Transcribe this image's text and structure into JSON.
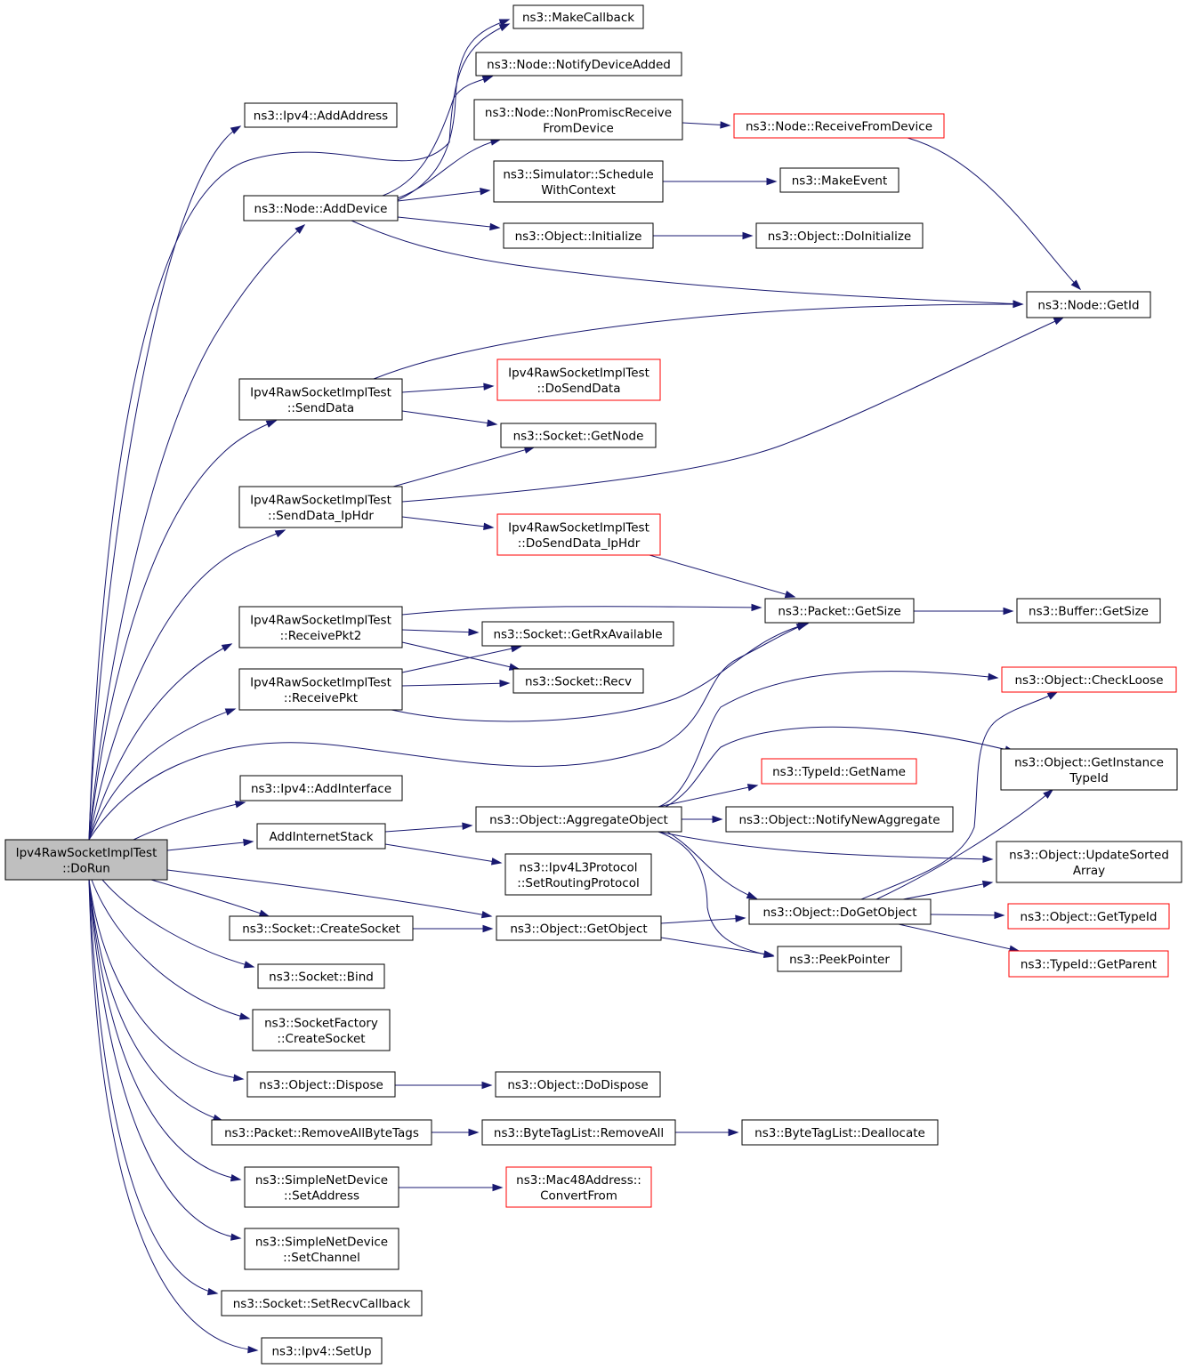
{
  "graph": {
    "root": "dorun",
    "nodes": [
      {
        "id": "dorun",
        "lines": [
          "Ipv4RawSocketImplTest",
          "::DoRun"
        ],
        "style": "root"
      },
      {
        "id": "makecallback",
        "lines": [
          "ns3::MakeCallback"
        ],
        "style": "normal"
      },
      {
        "id": "notifydeviceadded",
        "lines": [
          "ns3::Node::NotifyDeviceAdded"
        ],
        "style": "normal"
      },
      {
        "id": "nonpromisc",
        "lines": [
          "ns3::Node::NonPromiscReceive",
          "FromDevice"
        ],
        "style": "normal"
      },
      {
        "id": "receivefromdevice",
        "lines": [
          "ns3::Node::ReceiveFromDevice"
        ],
        "style": "red"
      },
      {
        "id": "addaddress",
        "lines": [
          "ns3::Ipv4::AddAddress"
        ],
        "style": "normal"
      },
      {
        "id": "schedulewithcontext",
        "lines": [
          "ns3::Simulator::Schedule",
          "WithContext"
        ],
        "style": "normal"
      },
      {
        "id": "makeevent",
        "lines": [
          "ns3::MakeEvent"
        ],
        "style": "normal"
      },
      {
        "id": "adddevice",
        "lines": [
          "ns3::Node::AddDevice"
        ],
        "style": "normal"
      },
      {
        "id": "initialize",
        "lines": [
          "ns3::Object::Initialize"
        ],
        "style": "normal"
      },
      {
        "id": "doinitialize",
        "lines": [
          "ns3::Object::DoInitialize"
        ],
        "style": "normal"
      },
      {
        "id": "getid",
        "lines": [
          "ns3::Node::GetId"
        ],
        "style": "normal"
      },
      {
        "id": "dosenddata",
        "lines": [
          "Ipv4RawSocketImplTest",
          "::DoSendData"
        ],
        "style": "red"
      },
      {
        "id": "senddata",
        "lines": [
          "Ipv4RawSocketImplTest",
          "::SendData"
        ],
        "style": "normal"
      },
      {
        "id": "getnode",
        "lines": [
          "ns3::Socket::GetNode"
        ],
        "style": "normal"
      },
      {
        "id": "senddataiphdr",
        "lines": [
          "Ipv4RawSocketImplTest",
          "::SendData_IpHdr"
        ],
        "style": "normal"
      },
      {
        "id": "dosenddataiphdr",
        "lines": [
          "Ipv4RawSocketImplTest",
          "::DoSendData_IpHdr"
        ],
        "style": "red"
      },
      {
        "id": "packetgetsize",
        "lines": [
          "ns3::Packet::GetSize"
        ],
        "style": "normal"
      },
      {
        "id": "buffergetsize",
        "lines": [
          "ns3::Buffer::GetSize"
        ],
        "style": "normal"
      },
      {
        "id": "receivepkt2",
        "lines": [
          "Ipv4RawSocketImplTest",
          "::ReceivePkt2"
        ],
        "style": "normal"
      },
      {
        "id": "getrxavailable",
        "lines": [
          "ns3::Socket::GetRxAvailable"
        ],
        "style": "normal"
      },
      {
        "id": "receivepkt",
        "lines": [
          "Ipv4RawSocketImplTest",
          "::ReceivePkt"
        ],
        "style": "normal"
      },
      {
        "id": "recv",
        "lines": [
          "ns3::Socket::Recv"
        ],
        "style": "normal"
      },
      {
        "id": "checkloose",
        "lines": [
          "ns3::Object::CheckLoose"
        ],
        "style": "red"
      },
      {
        "id": "getinstancetypeid",
        "lines": [
          "ns3::Object::GetInstance",
          "TypeId"
        ],
        "style": "normal"
      },
      {
        "id": "typeidgetname",
        "lines": [
          "ns3::TypeId::GetName"
        ],
        "style": "red"
      },
      {
        "id": "addinterface",
        "lines": [
          "ns3::Ipv4::AddInterface"
        ],
        "style": "normal"
      },
      {
        "id": "aggregateobject",
        "lines": [
          "ns3::Object::AggregateObject"
        ],
        "style": "normal"
      },
      {
        "id": "notifynewaggregate",
        "lines": [
          "ns3::Object::NotifyNewAggregate"
        ],
        "style": "normal"
      },
      {
        "id": "addinternetstack",
        "lines": [
          "AddInternetStack"
        ],
        "style": "normal"
      },
      {
        "id": "updatesortedarray",
        "lines": [
          "ns3::Object::UpdateSorted",
          "Array"
        ],
        "style": "normal"
      },
      {
        "id": "setroutingprotocol",
        "lines": [
          "ns3::Ipv4L3Protocol",
          "::SetRoutingProtocol"
        ],
        "style": "normal"
      },
      {
        "id": "dogetobject",
        "lines": [
          "ns3::Object::DoGetObject"
        ],
        "style": "normal"
      },
      {
        "id": "gettypeid",
        "lines": [
          "ns3::Object::GetTypeId"
        ],
        "style": "red"
      },
      {
        "id": "createsocket",
        "lines": [
          "ns3::Socket::CreateSocket"
        ],
        "style": "normal"
      },
      {
        "id": "getobject",
        "lines": [
          "ns3::Object::GetObject"
        ],
        "style": "normal"
      },
      {
        "id": "peekpointer",
        "lines": [
          "ns3::PeekPointer"
        ],
        "style": "normal"
      },
      {
        "id": "getparent",
        "lines": [
          "ns3::TypeId::GetParent"
        ],
        "style": "red"
      },
      {
        "id": "bind",
        "lines": [
          "ns3::Socket::Bind"
        ],
        "style": "normal"
      },
      {
        "id": "factorycreatesocket",
        "lines": [
          "ns3::SocketFactory",
          "::CreateSocket"
        ],
        "style": "normal"
      },
      {
        "id": "dispose",
        "lines": [
          "ns3::Object::Dispose"
        ],
        "style": "normal"
      },
      {
        "id": "dodispose",
        "lines": [
          "ns3::Object::DoDispose"
        ],
        "style": "normal"
      },
      {
        "id": "removeallbytetags",
        "lines": [
          "ns3::Packet::RemoveAllByteTags"
        ],
        "style": "normal"
      },
      {
        "id": "bytetaglistremoveall",
        "lines": [
          "ns3::ByteTagList::RemoveAll"
        ],
        "style": "normal"
      },
      {
        "id": "deallocate",
        "lines": [
          "ns3::ByteTagList::Deallocate"
        ],
        "style": "normal"
      },
      {
        "id": "setaddress",
        "lines": [
          "ns3::SimpleNetDevice",
          "::SetAddress"
        ],
        "style": "normal"
      },
      {
        "id": "convertfrom",
        "lines": [
          "ns3::Mac48Address::",
          "ConvertFrom"
        ],
        "style": "red"
      },
      {
        "id": "setchannel",
        "lines": [
          "ns3::SimpleNetDevice",
          "::SetChannel"
        ],
        "style": "normal"
      },
      {
        "id": "setrecvcallback",
        "lines": [
          "ns3::Socket::SetRecvCallback"
        ],
        "style": "normal"
      },
      {
        "id": "setup",
        "lines": [
          "ns3::Ipv4::SetUp"
        ],
        "style": "normal"
      }
    ],
    "edges": [
      [
        "dorun",
        "addaddress"
      ],
      [
        "dorun",
        "makecallback"
      ],
      [
        "dorun",
        "adddevice"
      ],
      [
        "dorun",
        "senddata"
      ],
      [
        "dorun",
        "senddataiphdr"
      ],
      [
        "dorun",
        "receivepkt2"
      ],
      [
        "dorun",
        "receivepkt"
      ],
      [
        "dorun",
        "packetgetsize"
      ],
      [
        "dorun",
        "addinterface"
      ],
      [
        "dorun",
        "addinternetstack"
      ],
      [
        "dorun",
        "getobject"
      ],
      [
        "dorun",
        "createsocket"
      ],
      [
        "dorun",
        "bind"
      ],
      [
        "dorun",
        "factorycreatesocket"
      ],
      [
        "dorun",
        "dispose"
      ],
      [
        "dorun",
        "removeallbytetags"
      ],
      [
        "dorun",
        "setaddress"
      ],
      [
        "dorun",
        "setchannel"
      ],
      [
        "dorun",
        "setrecvcallback"
      ],
      [
        "dorun",
        "setup"
      ],
      [
        "adddevice",
        "makecallback"
      ],
      [
        "adddevice",
        "notifydeviceadded"
      ],
      [
        "adddevice",
        "nonpromisc"
      ],
      [
        "adddevice",
        "schedulewithcontext"
      ],
      [
        "adddevice",
        "initialize"
      ],
      [
        "adddevice",
        "getid"
      ],
      [
        "nonpromisc",
        "receivefromdevice"
      ],
      [
        "receivefromdevice",
        "getid"
      ],
      [
        "schedulewithcontext",
        "makeevent"
      ],
      [
        "initialize",
        "doinitialize"
      ],
      [
        "senddata",
        "getid"
      ],
      [
        "senddata",
        "dosenddata"
      ],
      [
        "senddata",
        "getnode"
      ],
      [
        "senddataiphdr",
        "getnode"
      ],
      [
        "senddataiphdr",
        "getid"
      ],
      [
        "senddataiphdr",
        "dosenddataiphdr"
      ],
      [
        "dosenddataiphdr",
        "packetgetsize"
      ],
      [
        "packetgetsize",
        "buffergetsize"
      ],
      [
        "receivepkt2",
        "packetgetsize"
      ],
      [
        "receivepkt2",
        "getrxavailable"
      ],
      [
        "receivepkt2",
        "recv"
      ],
      [
        "receivepkt",
        "getrxavailable"
      ],
      [
        "receivepkt",
        "recv"
      ],
      [
        "receivepkt",
        "packetgetsize"
      ],
      [
        "addinternetstack",
        "aggregateobject"
      ],
      [
        "addinternetstack",
        "setroutingprotocol"
      ],
      [
        "aggregateobject",
        "checkloose"
      ],
      [
        "aggregateobject",
        "getinstancetypeid"
      ],
      [
        "aggregateobject",
        "typeidgetname"
      ],
      [
        "aggregateobject",
        "notifynewaggregate"
      ],
      [
        "aggregateobject",
        "updatesortedarray"
      ],
      [
        "aggregateobject",
        "dogetobject"
      ],
      [
        "aggregateobject",
        "peekpointer"
      ],
      [
        "dogetobject",
        "checkloose"
      ],
      [
        "dogetobject",
        "getinstancetypeid"
      ],
      [
        "dogetobject",
        "updatesortedarray"
      ],
      [
        "dogetobject",
        "gettypeid"
      ],
      [
        "dogetobject",
        "getparent"
      ],
      [
        "createsocket",
        "getobject"
      ],
      [
        "getobject",
        "dogetobject"
      ],
      [
        "getobject",
        "peekpointer"
      ],
      [
        "dispose",
        "dodispose"
      ],
      [
        "removeallbytetags",
        "bytetaglistremoveall"
      ],
      [
        "bytetaglistremoveall",
        "deallocate"
      ],
      [
        "setaddress",
        "convertfrom"
      ]
    ]
  }
}
